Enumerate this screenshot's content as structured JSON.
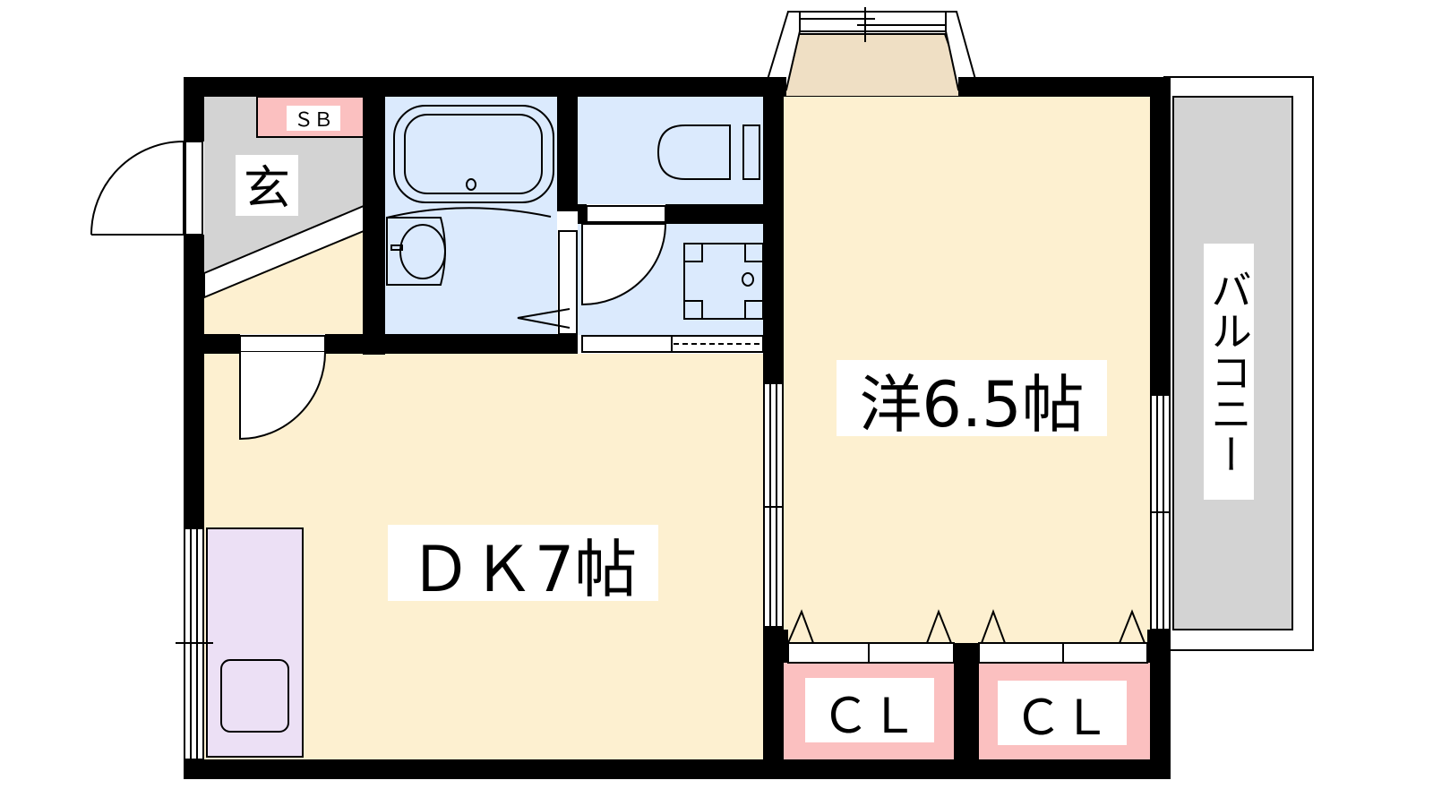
{
  "plan": {
    "rooms": {
      "entrance": "玄",
      "shoe_box": "ＳＢ",
      "dining_kitchen": "ＤＫ7帖",
      "western_room": "洋6.5帖",
      "closet_1": "ＣＬ",
      "closet_2": "ＣＬ",
      "balcony": "バルコニー"
    },
    "colors": {
      "room_floor": "#fdf0d0",
      "wet_area": "#dbeafd",
      "entrance_floor": "#d3d3d3",
      "storage": "#fbc0c0",
      "kitchen_counter": "#ece0f5",
      "bay_window": "#efdfc4",
      "wall": "#000000"
    }
  }
}
